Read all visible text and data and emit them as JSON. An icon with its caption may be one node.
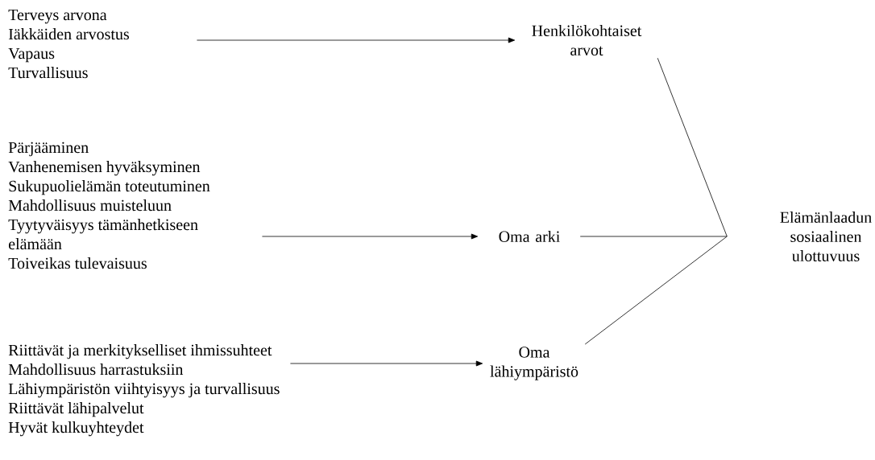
{
  "diagram": {
    "nodes": [
      {
        "text": [
          "Terveys arvona",
          "Iäkkäiden arvostus",
          "Vapaus",
          "Turvallisuus"
        ]
      },
      {
        "text": [
          "Henkilökohtaiset arvot"
        ]
      },
      {
        "text": [
          "Pärjääminen",
          "Vanhenemisen hyväksyminen",
          "Sukupuolielämän toteutuminen",
          "Mahdollisuus muisteluun",
          "Tyytyväisyys tämänhetkiseen elämään",
          "Toiveikas tulevaisuus"
        ]
      },
      {
        "text": [
          "Oma arki"
        ]
      },
      {
        "text": [
          "Riittävät ja merkitykselliset ihmissuhteet",
          "Mahdollisuus harrastuksiin",
          "Lähiympäristön viihtyisyys ja turvallisuus",
          "Riittävät lähipalvelut",
          "Hyvät kulkuyhteydet"
        ]
      },
      {
        "text": [
          "Oma lähiympäristö"
        ]
      },
      {
        "text": [
          "Elämänlaadun sosiaalinen ulottuvuus"
        ]
      }
    ],
    "edges": [
      {
        "from": 0,
        "to": 1,
        "arrow": "to"
      },
      {
        "from": 2,
        "to": 3,
        "arrow": "to"
      },
      {
        "from": 4,
        "to": 5,
        "arrow": "to"
      },
      {
        "from": 1,
        "to": 6,
        "arrow": "none"
      },
      {
        "from": 3,
        "to": 6,
        "arrow": "none"
      },
      {
        "from": 5,
        "to": 6,
        "arrow": "none"
      }
    ]
  }
}
